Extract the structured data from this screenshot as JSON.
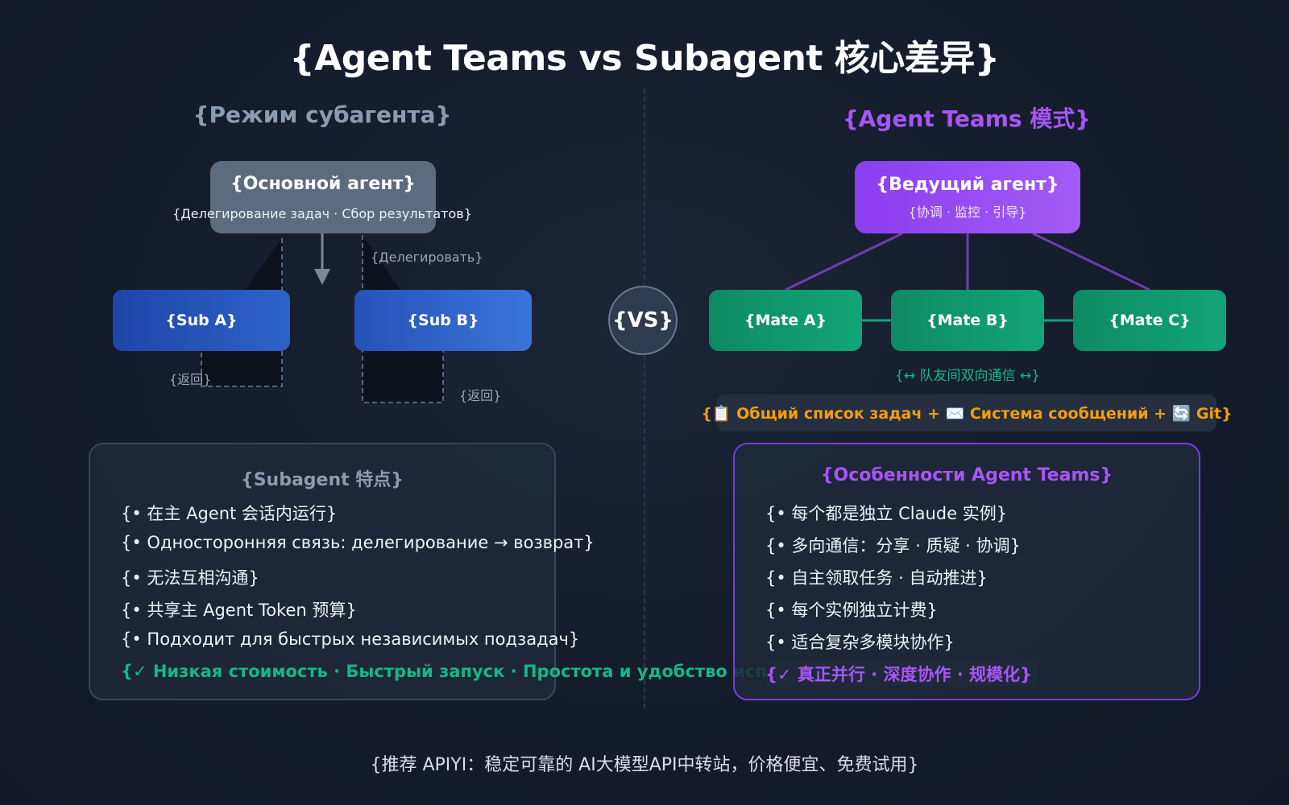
{
  "title": "{Agent Teams vs Subagent 核心差异}",
  "left": {
    "title": "{Режим субагента}",
    "main_agent": {
      "name": "{Основной агент}",
      "desc": "{Делегирование задач · Сбор результатов}"
    },
    "delegate_label": "{Делегировать}",
    "sub_a": "{Sub A}",
    "sub_b": "{Sub B}",
    "return_a": "{返回}",
    "return_b": "{返回}",
    "panel": {
      "title": "{Subagent 特点}",
      "features": [
        "{• 在主 Agent 会话内运行}",
        "{• Односторонняя связь: делегирование → возврат}",
        "{• 无法互相沟通}",
        "{• 共享主 Agent Token 预算}",
        "{• Подходит для быстрых независимых подзадач}"
      ],
      "highlight": "{✓ Низкая стоимость · Быстрый запуск · Простота и удобство использования}"
    }
  },
  "vs": "{VS}",
  "right": {
    "title": "{Agent Teams 模式}",
    "lead_agent": {
      "name": "{Ведущий агент}",
      "desc": "{协调 · 监控 · 引导}"
    },
    "mate_a": "{Mate A}",
    "mate_b": "{Mate B}",
    "mate_c": "{Mate C}",
    "comm_label": "{↔ 队友间双向通信 ↔}",
    "shared_bar": "{📋 Общий список задач + ✉️ Система сообщений + 🔄 Git}",
    "panel": {
      "title": "{Особенности Agent Teams}",
      "features": [
        "{• 每个都是独立 Claude 实例}",
        "{• 多向通信：分享 · 质疑 · 协调}",
        "{• 自主领取任务 · 自动推进}",
        "{• 每个实例独立计费}",
        "{• 适合复杂多模块协作}"
      ],
      "highlight": "{✓ 真正并行 · 深度协作 · 规模化}"
    }
  },
  "footer": "{推荐 APIYI：稳定可靠的 AI大模型API中转站，价格便宜、免费试用}",
  "colors": {
    "subagent_accent": "#8d9bb2",
    "teams_accent": "#a855f7",
    "mate_green": "#10a070",
    "sub_blue": "#2d63c9",
    "shared_orange": "#f59e0b",
    "highlight_green": "#14b886"
  }
}
